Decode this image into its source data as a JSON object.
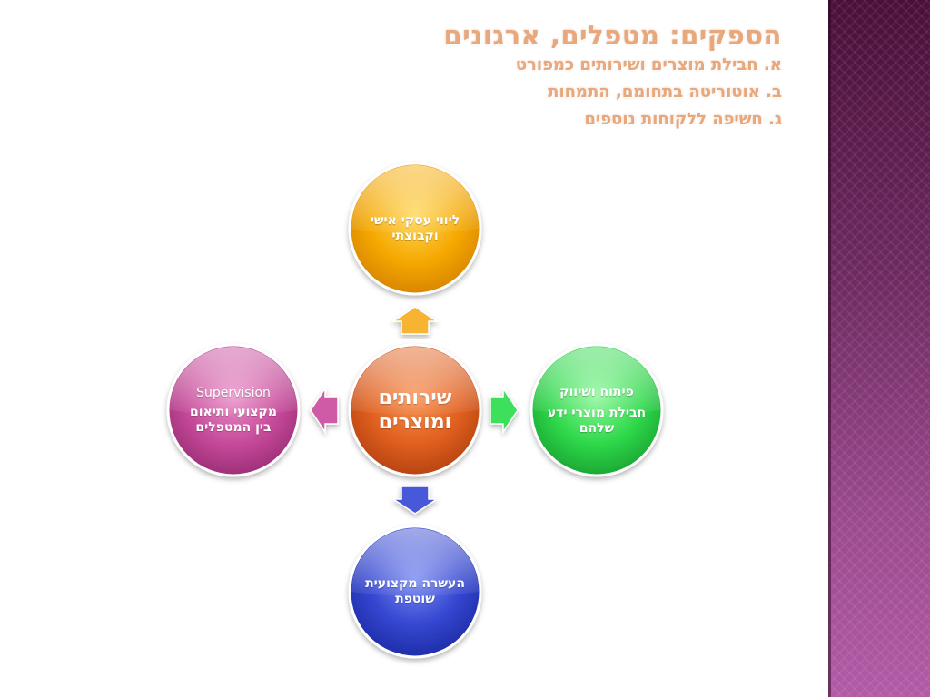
{
  "header": {
    "title": "הספקים: מטפלים, ארגונים",
    "lines": [
      "א. חבילת מוצרים ושירותים כמפורט",
      "ב. אוטוריטה בתחומם, התמחות",
      "ג. חשיפה ללקוחות נוספים"
    ]
  },
  "diagram": {
    "center": {
      "line1": "שירותים",
      "line2": "ומוצרים",
      "color": "#e06020"
    },
    "top": {
      "text": "ליווי עסקי אישי וקבוצתי",
      "color": "#f5a800"
    },
    "right": {
      "line1": "פיתוח ושיווק",
      "line2": "חבילת מוצרי ידע שלהם",
      "color": "#2ed84a"
    },
    "bottom": {
      "text": "העשרה מקצועית שוטפת",
      "color": "#3446d0"
    },
    "left": {
      "line1": "Supervision",
      "line2": "מקצועי ותיאום בין המטפלים",
      "color": "#c64a9a"
    }
  },
  "sidebar": {
    "color": "#6e2a60"
  }
}
